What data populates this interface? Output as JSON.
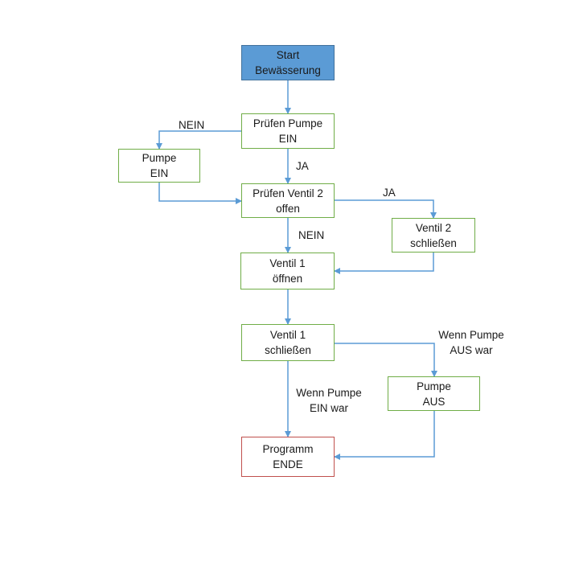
{
  "diagram": {
    "type": "flowchart",
    "colors": {
      "connector": "#5b9bd5",
      "process_border": "#70ad47",
      "start_fill": "#5b9bd5",
      "start_border": "#41719c",
      "end_border": "#c0504d"
    },
    "nodes": [
      {
        "id": "start",
        "text": "Start\nBewässerung",
        "kind": "start"
      },
      {
        "id": "check_pump",
        "text": "Prüfen Pumpe\nEIN",
        "kind": "process"
      },
      {
        "id": "pump_on",
        "text": "Pumpe\nEIN",
        "kind": "process"
      },
      {
        "id": "check_valve2",
        "text": "Prüfen Ventil 2\noffen",
        "kind": "process"
      },
      {
        "id": "close_valve2",
        "text": "Ventil 2\nschließen",
        "kind": "process"
      },
      {
        "id": "open_valve1",
        "text": "Ventil 1\nöffnen",
        "kind": "process"
      },
      {
        "id": "close_valve1",
        "text": "Ventil 1\nschließen",
        "kind": "process"
      },
      {
        "id": "pump_off",
        "text": "Pumpe\nAUS",
        "kind": "process"
      },
      {
        "id": "end",
        "text": "Programm\nENDE",
        "kind": "end"
      }
    ],
    "edges": [
      {
        "from": "start",
        "to": "check_pump",
        "label": ""
      },
      {
        "from": "check_pump",
        "to": "pump_on",
        "label": "NEIN"
      },
      {
        "from": "check_pump",
        "to": "check_valve2",
        "label": "JA"
      },
      {
        "from": "pump_on",
        "to": "check_valve2",
        "label": ""
      },
      {
        "from": "check_valve2",
        "to": "close_valve2",
        "label": "JA"
      },
      {
        "from": "check_valve2",
        "to": "open_valve1",
        "label": "NEIN"
      },
      {
        "from": "close_valve2",
        "to": "open_valve1",
        "label": ""
      },
      {
        "from": "open_valve1",
        "to": "close_valve1",
        "label": ""
      },
      {
        "from": "close_valve1",
        "to": "pump_off",
        "label": "Wenn Pumpe\nAUS war"
      },
      {
        "from": "close_valve1",
        "to": "end",
        "label": "Wenn Pumpe\nEIN war"
      },
      {
        "from": "pump_off",
        "to": "end",
        "label": ""
      }
    ]
  }
}
